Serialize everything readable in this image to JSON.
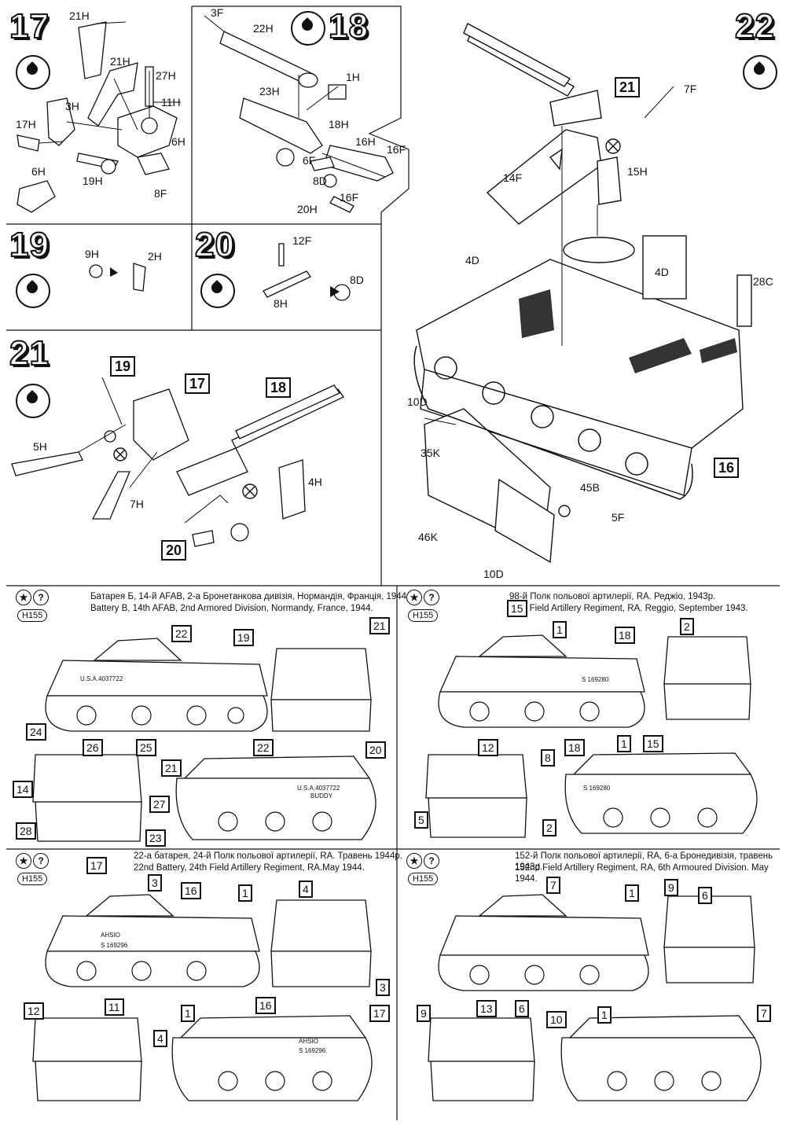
{
  "steps": {
    "s17": {
      "num": "17",
      "parts": [
        "21H",
        "21H",
        "27H",
        "3H",
        "11H",
        "17H",
        "6H",
        "6H",
        "19H",
        "8F"
      ]
    },
    "s18": {
      "num": "18",
      "parts": [
        "3F",
        "22H",
        "1H",
        "23H",
        "18H",
        "16H",
        "16F",
        "6F",
        "8D",
        "16F",
        "20H"
      ]
    },
    "s19": {
      "num": "19",
      "parts": [
        "9H",
        "2H"
      ]
    },
    "s20": {
      "num": "20",
      "parts": [
        "12F",
        "8D",
        "8H"
      ]
    },
    "s21": {
      "num": "21",
      "refs": [
        "19",
        "17",
        "18",
        "20"
      ],
      "parts": [
        "5H",
        "7H",
        "4H"
      ]
    },
    "s22": {
      "num": "22",
      "refs": [
        "21",
        "16"
      ],
      "parts": [
        "7F",
        "14F",
        "15H",
        "4D",
        "4D",
        "28C",
        "10D",
        "35K",
        "45B",
        "5F",
        "46K",
        "10D"
      ]
    }
  },
  "variants": [
    {
      "code": "H155",
      "caption_ua": "Батарея Б, 14-й AFAB, 2-а Бронетанкова дивізія, Нормандія, Франція, 1944р.",
      "caption_en": "Battery B, 14th AFAB, 2nd Armored Division, Normandy, France, 1944.",
      "callouts": [
        "22",
        "19",
        "21",
        "24",
        "26",
        "25",
        "21",
        "27",
        "14",
        "28",
        "23",
        "22",
        "20"
      ],
      "markings": [
        "U.S.A.4037722",
        "U.S.A.4037722",
        "BUDDY"
      ]
    },
    {
      "code": "H155",
      "caption_ua": "98-й Полк польової артилерії, RA. Реджіо, 1943р.",
      "caption_en": "98th Field Artillery Regiment, RA. Reggio, September 1943.",
      "callouts": [
        "15",
        "1",
        "18",
        "2",
        "12",
        "8",
        "5",
        "2",
        "18",
        "1",
        "15"
      ],
      "markings": [
        "S 169280",
        "S 169280"
      ]
    },
    {
      "code": "H155",
      "caption_ua": "22-а батарея, 24-й Полк польової артилерії, RA. Травень 1944р.",
      "caption_en": "22nd Battery, 24th Field Artillery Regiment, RA.May 1944.",
      "callouts": [
        "17",
        "3",
        "16",
        "1",
        "4",
        "12",
        "11",
        "4",
        "1",
        "16",
        "3",
        "17"
      ],
      "markings": [
        "AHSIO",
        "S 169296",
        "AHSIO",
        "S 169296"
      ]
    },
    {
      "code": "H155",
      "caption_ua": "152-й Полк польової артилерії, RA, 6-а Бронедивізія, травень 1943р.",
      "caption_en": "152nd Field Artillery Regiment, RA, 6th Armoured Division. May 1944.",
      "callouts": [
        "7",
        "1",
        "9",
        "6",
        "9",
        "13",
        "6",
        "10",
        "1",
        "7"
      ],
      "markings": []
    }
  ]
}
